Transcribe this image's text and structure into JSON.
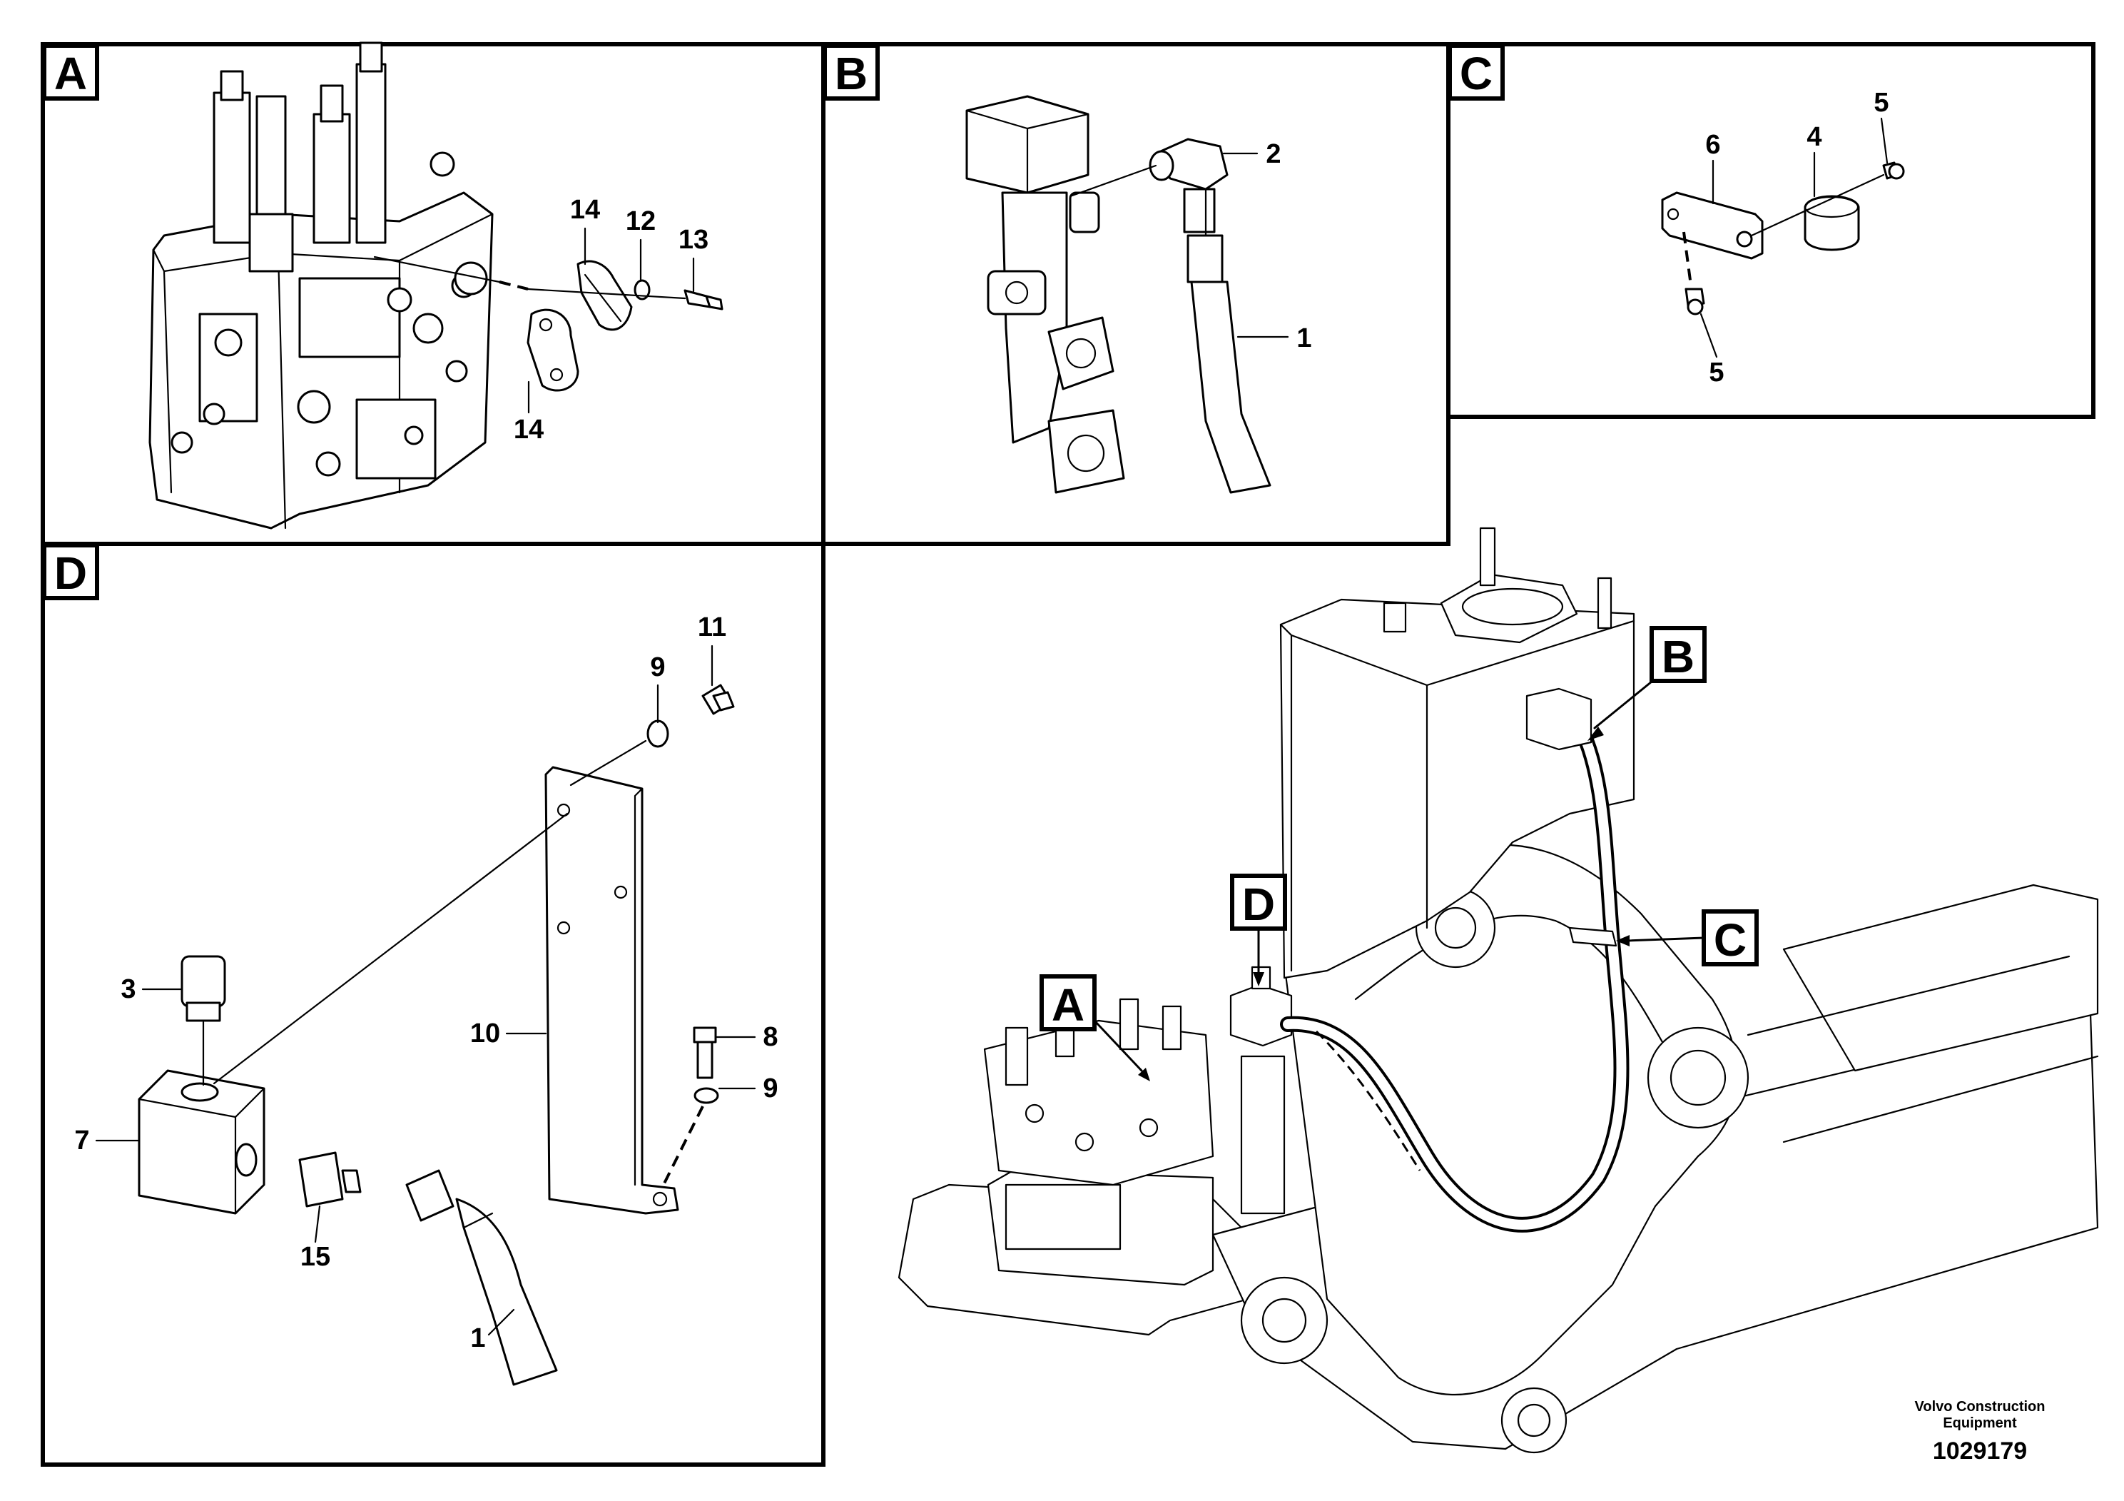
{
  "panels": {
    "A": {
      "tag": "A",
      "callouts": [
        "14",
        "12",
        "13",
        "14"
      ]
    },
    "B": {
      "tag": "B",
      "callouts": [
        "2",
        "1"
      ]
    },
    "C": {
      "tag": "C",
      "callouts": [
        "6",
        "4",
        "5",
        "5"
      ]
    },
    "D": {
      "tag": "D",
      "callouts": [
        "11",
        "9",
        "3",
        "10",
        "8",
        "9",
        "7",
        "15",
        "1"
      ]
    },
    "overview": {
      "tags": [
        "B",
        "D",
        "C",
        "A"
      ]
    }
  },
  "footer": {
    "company_line1": "Volvo Construction",
    "company_line2": "Equipment",
    "figure_number": "1029179"
  }
}
